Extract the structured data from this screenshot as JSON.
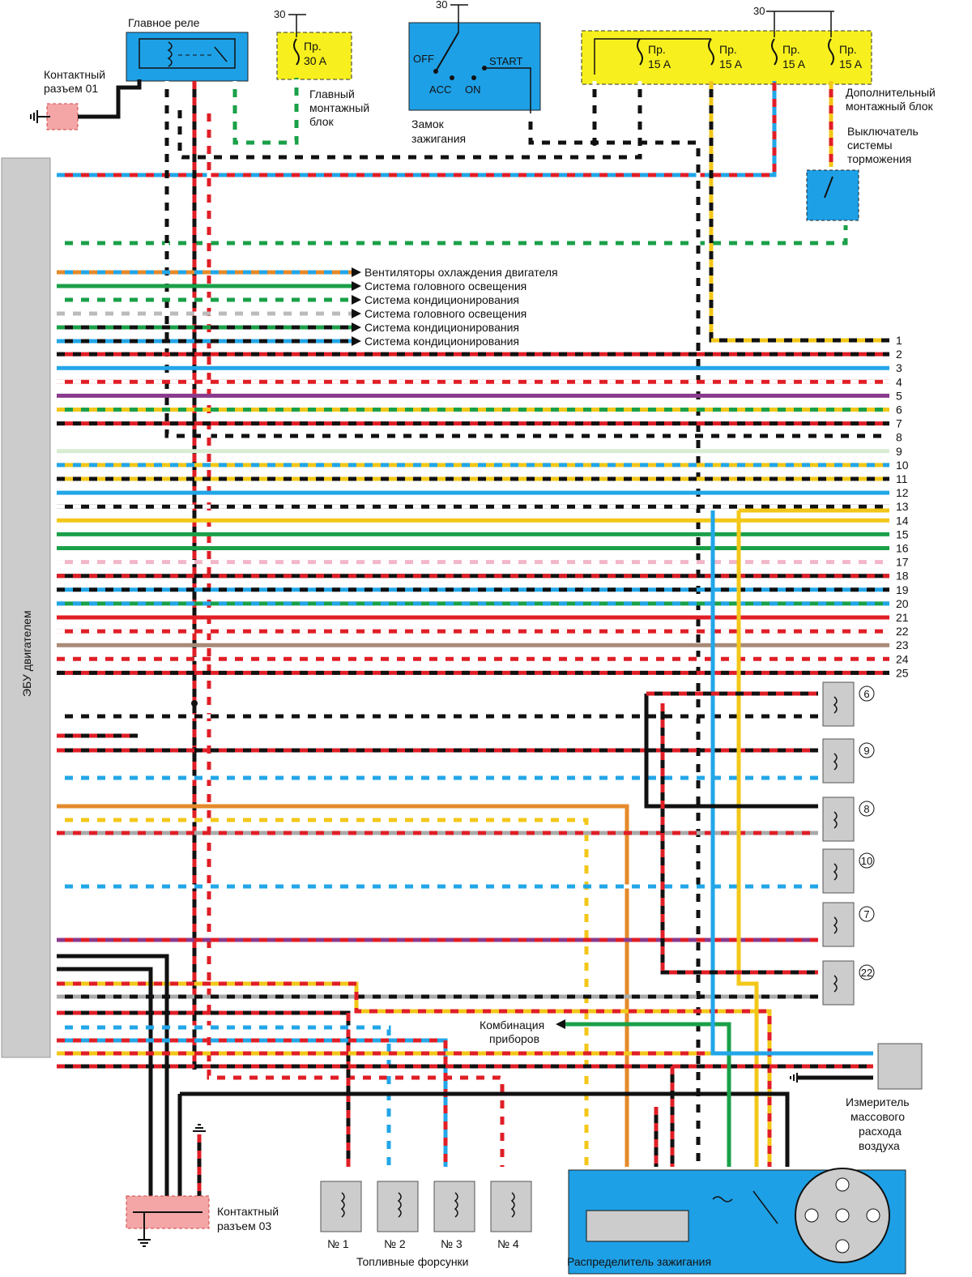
{
  "labels": {
    "main_relay": "Главное реле",
    "connector01_l1": "Контактный",
    "connector01_l2": "разъем 01",
    "fuse_main_l1": "Пр.",
    "fuse_main_l2": "30 A",
    "main_block_l1": "Главный",
    "main_block_l2": "монтажный",
    "main_block_l3": "блок",
    "ignition_l1": "Замок",
    "ignition_l2": "зажигания",
    "ign_off": "OFF",
    "ign_acc": "ACC",
    "ign_on": "ON",
    "ign_start": "START",
    "fuse15_l1": "Пр.",
    "fuse15_l2": "15 A",
    "aux_block_l1": "Дополнительный",
    "aux_block_l2": "монтажный блок",
    "brake_switch_l1": "Выключатель",
    "brake_switch_l2": "системы",
    "brake_switch_l3": "торможения",
    "ecu": "ЭБУ двигателем",
    "term30": "30",
    "cluster_l1": "Комбинация",
    "cluster_l2": "приборов",
    "maf_l1": "Измеритель",
    "maf_l2": "массового",
    "maf_l3": "расхода",
    "maf_l4": "воздуха",
    "connector03_l1": "Контактный",
    "connector03_l2": "разъем 03",
    "injectors": "Топливные форсунки",
    "distributor": "Распределитель зажигания"
  },
  "destinations": [
    "Вентиляторы охлаждения двигателя",
    "Система головного освещения",
    "Система кондиционирования",
    "Система головного освещения",
    "Система кондиционирования",
    "Система кондиционирования"
  ],
  "wire_numbers": [
    "1",
    "2",
    "3",
    "4",
    "5",
    "6",
    "7",
    "8",
    "9",
    "10",
    "11",
    "12",
    "13",
    "14",
    "15",
    "16",
    "17",
    "18",
    "19",
    "20",
    "21",
    "22",
    "23",
    "24",
    "25"
  ],
  "plug_numbers": [
    "6",
    "9",
    "8",
    "10",
    "7",
    "22"
  ],
  "injector_labels": [
    "№ 1",
    "№ 2",
    "№ 3",
    "№ 4"
  ],
  "colors": {
    "relay_box": "#1ea0e6",
    "fuse_box": "#f7f01e",
    "connector_pink": "#f4a6a6",
    "ecu_gray": "#cccccc",
    "red": "#e01e26",
    "black": "#111111",
    "blue": "#22a6e8",
    "green": "#1aa048",
    "yellow": "#f3c719",
    "orange": "#e58a2a",
    "purple": "#8a3a8c",
    "brown": "#a88a78",
    "pink": "#f2b6c8",
    "white": "#ffffff",
    "light_green": "#d8ecd2"
  }
}
